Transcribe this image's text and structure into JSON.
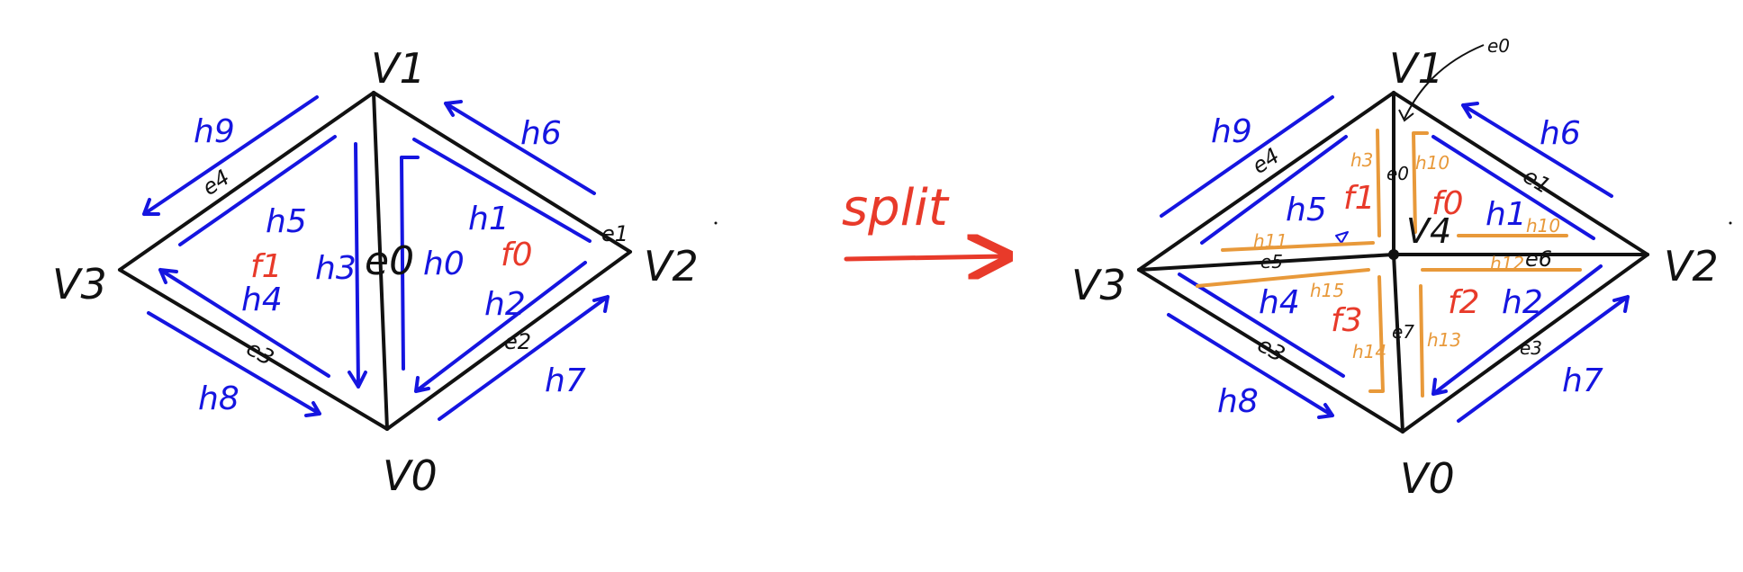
{
  "colors": {
    "edge": "#111111",
    "halfedge": "#1515e0",
    "face": "#e83a2a",
    "new_halfedge": "#e8993a",
    "arrow": "#e83a2a"
  },
  "operation": {
    "label": "split"
  },
  "before": {
    "vertices": [
      "V1",
      "V3",
      "V2",
      "V0"
    ],
    "edges": [
      "e0",
      "e4",
      "e1",
      "e3",
      "e2"
    ],
    "halfedges": [
      "h9",
      "h6",
      "h5",
      "h3",
      "h0",
      "h1",
      "h4",
      "h2",
      "h8",
      "h7"
    ],
    "faces": [
      "f1",
      "f0"
    ]
  },
  "after": {
    "vertices": [
      "V1",
      "V3",
      "V2",
      "V0",
      "V4"
    ],
    "edges": [
      "e0",
      "e4",
      "e1",
      "e5",
      "e6",
      "e3",
      "e7",
      "e3",
      "e0"
    ],
    "halfedges": [
      "h9",
      "h6",
      "h5",
      "h1",
      "h4",
      "h2",
      "h8",
      "h7"
    ],
    "new_halfedges": [
      "h3",
      "h10",
      "h11",
      "h10",
      "h12",
      "h15",
      "h14",
      "h13"
    ],
    "faces": [
      "f1",
      "f0",
      "f3",
      "f2"
    ]
  }
}
